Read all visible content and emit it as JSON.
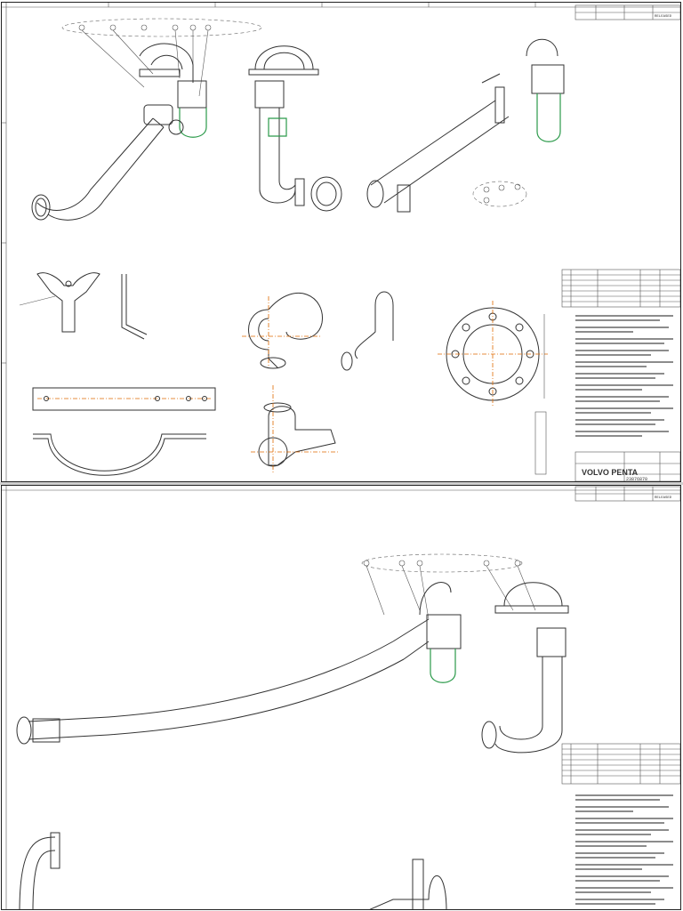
{
  "sheet1": {
    "title_block": {
      "status": "RELEASED",
      "logo_text": "VOLVO PENTA",
      "drawing_number": "23876870"
    }
  },
  "sheet2": {
    "title_block": {
      "status": "RELEASED"
    }
  }
}
